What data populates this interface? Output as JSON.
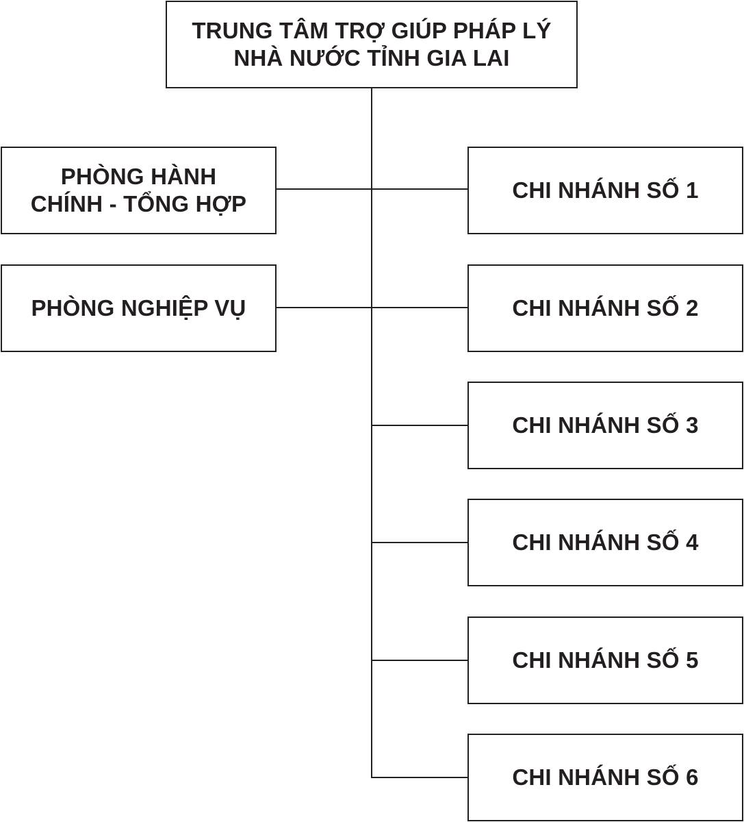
{
  "root": {
    "line1": "TRUNG TÂM TRỢ GIÚP PHÁP LÝ",
    "line2": "NHÀ NƯỚC TỈNH GIA LAI"
  },
  "departments": [
    {
      "line1": "PHÒNG HÀNH",
      "line2": "CHÍNH - TỔNG HỢP"
    },
    {
      "line1": "PHÒNG NGHIỆP VỤ"
    }
  ],
  "branches": [
    {
      "label": "CHI NHÁNH SỐ 1"
    },
    {
      "label": "CHI NHÁNH SỐ 2"
    },
    {
      "label": "CHI NHÁNH SỐ 3"
    },
    {
      "label": "CHI NHÁNH SỐ 4"
    },
    {
      "label": "CHI NHÁNH SỐ 5"
    },
    {
      "label": "CHI NHÁNH SỐ 6"
    }
  ],
  "colors": {
    "stroke": "#231f20",
    "background": "#ffffff"
  }
}
